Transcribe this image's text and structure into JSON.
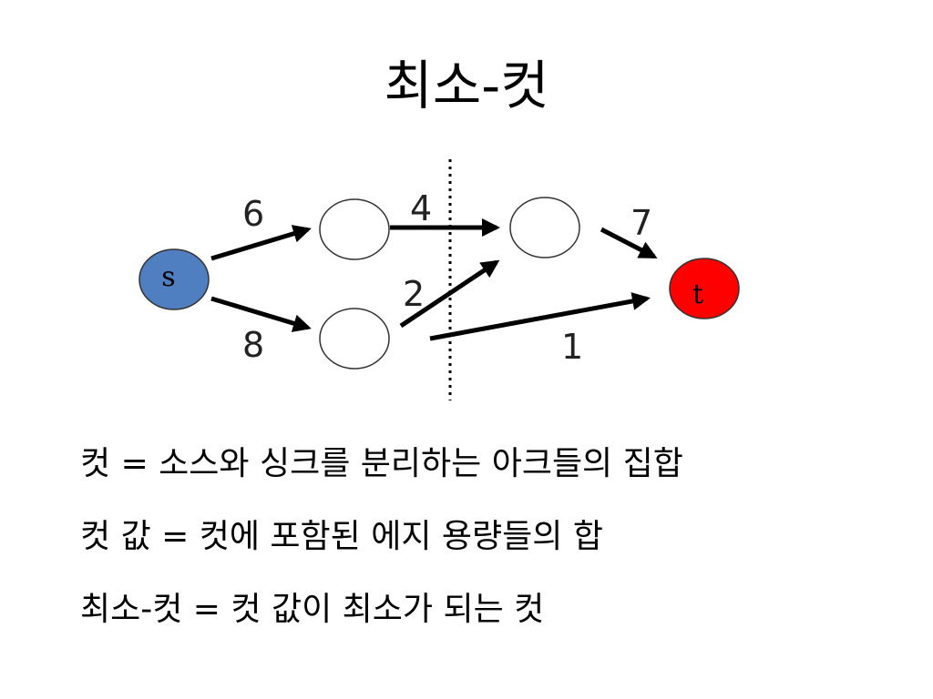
{
  "title": "최소-컷",
  "diagram": {
    "nodes": [
      {
        "id": "s",
        "label": "s",
        "color": "#4f7fc0"
      },
      {
        "id": "a",
        "label": "",
        "color": "#ffffff"
      },
      {
        "id": "b",
        "label": "",
        "color": "#ffffff"
      },
      {
        "id": "c",
        "label": "",
        "color": "#ffffff"
      },
      {
        "id": "t",
        "label": "t",
        "color": "#ff0000"
      }
    ],
    "edges": [
      {
        "from": "s",
        "to": "a",
        "capacity": "6"
      },
      {
        "from": "s",
        "to": "b",
        "capacity": "8"
      },
      {
        "from": "a",
        "to": "c",
        "capacity": "4"
      },
      {
        "from": "b",
        "to": "c",
        "capacity": "2"
      },
      {
        "from": "c",
        "to": "t",
        "capacity": "7"
      },
      {
        "from": "b",
        "to": "t",
        "capacity": "1"
      }
    ]
  },
  "lines": [
    "컷 = 소스와 싱크를 분리하는 아크들의 집합",
    "컷 값 = 컷에 포함된 에지 용량들의 합",
    "최소-컷 = 컷 값이 최소가 되는 컷"
  ]
}
